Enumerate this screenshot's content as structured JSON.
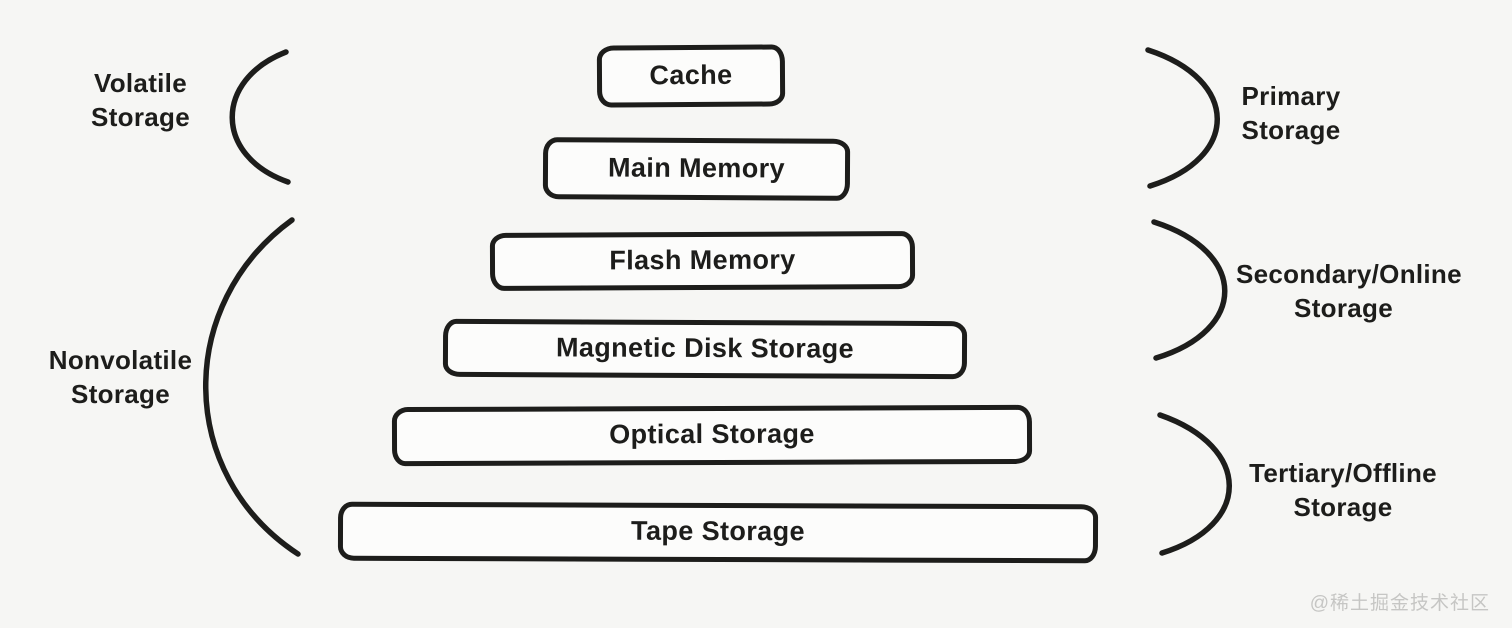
{
  "diagram": {
    "type": "storage-hierarchy-pyramid",
    "levels": [
      {
        "label": "Cache"
      },
      {
        "label": "Main Memory"
      },
      {
        "label": "Flash Memory"
      },
      {
        "label": "Magnetic Disk Storage"
      },
      {
        "label": "Optical Storage"
      },
      {
        "label": "Tape Storage"
      }
    ],
    "left_groups": [
      {
        "name": "volatile",
        "label": "Volatile\nStorage",
        "spans": [
          "Cache",
          "Main Memory"
        ]
      },
      {
        "name": "nonvolatile",
        "label": "Nonvolatile\nStorage",
        "spans": [
          "Flash Memory",
          "Magnetic Disk Storage",
          "Optical Storage",
          "Tape Storage"
        ]
      }
    ],
    "right_groups": [
      {
        "name": "primary",
        "label": "Primary\nStorage",
        "spans": [
          "Cache",
          "Main Memory"
        ]
      },
      {
        "name": "secondary",
        "label": "Secondary/Online\nStorage",
        "spans": [
          "Flash Memory",
          "Magnetic Disk Storage"
        ]
      },
      {
        "name": "tertiary",
        "label": "Tertiary/Offline\nStorage",
        "spans": [
          "Optical Storage",
          "Tape Storage"
        ]
      }
    ]
  },
  "watermark": "@稀土掘金技术社区",
  "colors": {
    "background": "#f6f6f4",
    "ink": "#1d1d1b",
    "box_fill": "#fcfcfb",
    "watermark_gray": "#c6c6c4"
  }
}
